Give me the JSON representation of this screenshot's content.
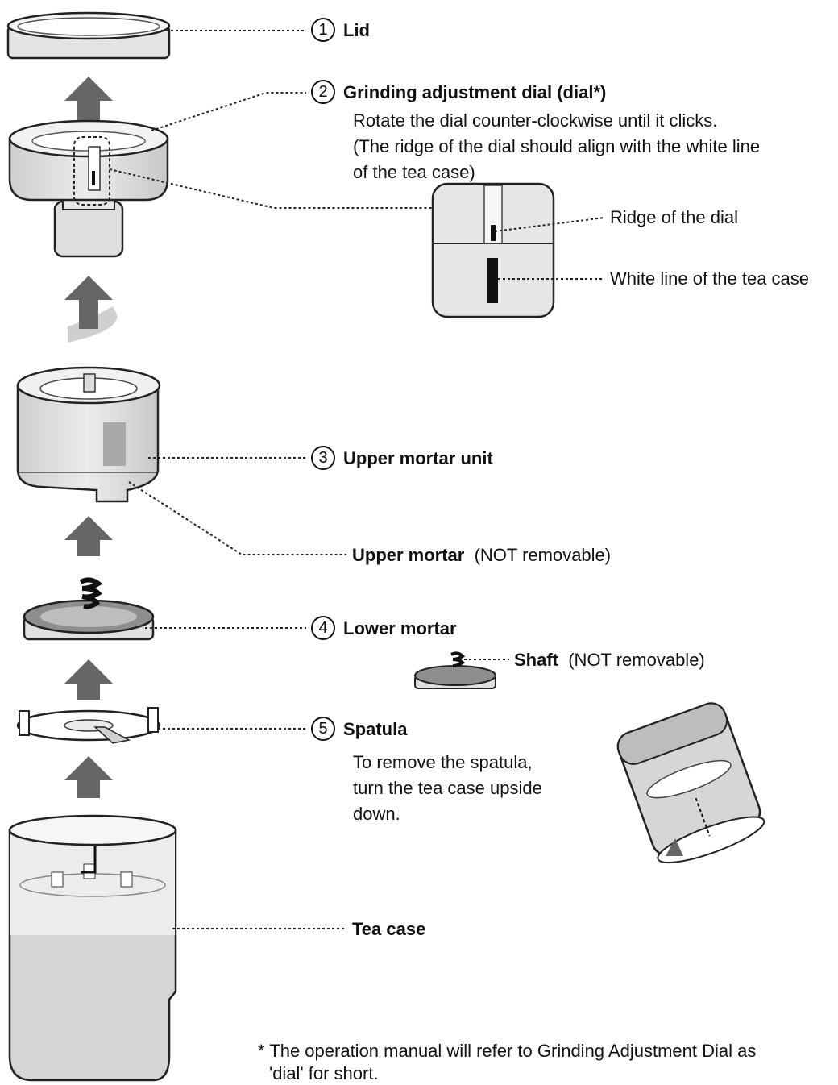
{
  "parts": [
    {
      "num": "1",
      "name": "Lid"
    },
    {
      "num": "2",
      "name": "Grinding adjustment dial (dial*)"
    },
    {
      "num": "3",
      "name": "Upper mortar unit"
    },
    {
      "num": "4",
      "name": "Lower mortar"
    },
    {
      "num": "5",
      "name": "Spatula"
    }
  ],
  "dial_instructions": [
    "Rotate the dial counter-clockwise until it clicks.",
    "(The ridge of the dial should align with the white line",
    "of the tea case)"
  ],
  "callouts": {
    "ridge": "Ridge of the dial",
    "white_line": "White line of the tea case",
    "upper_mortar_name": "Upper mortar",
    "upper_mortar_note": "(NOT removable)",
    "shaft_name": "Shaft",
    "shaft_note": "(NOT removable)",
    "tea_case": "Tea case"
  },
  "spatula_instructions": [
    "To remove the spatula,",
    "turn the tea case upside",
    "down."
  ],
  "footnote": [
    "* The operation manual will refer to Grinding Adjustment Dial as",
    "'dial' for short."
  ]
}
